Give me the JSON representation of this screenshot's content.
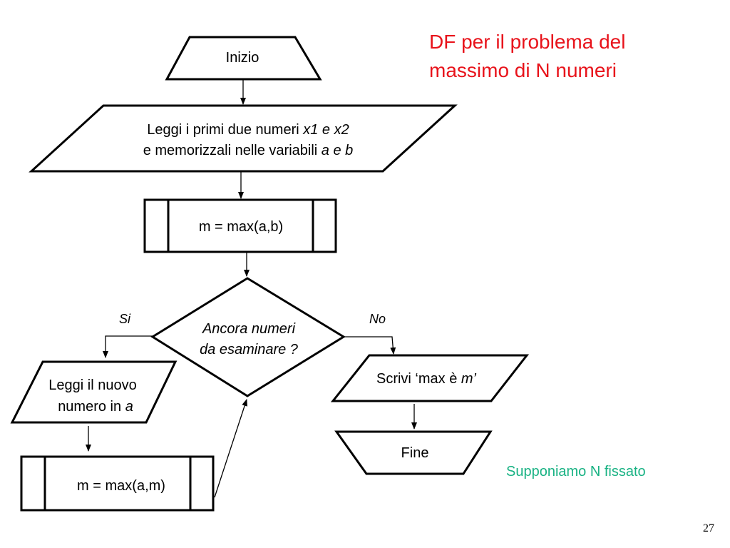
{
  "title": {
    "line1": "DF per il problema del",
    "line2": "massimo di N numeri",
    "color": "#e8131b"
  },
  "note": {
    "text": "Supponiamo N fissato",
    "color": "#18b283"
  },
  "page_number": "27",
  "nodes": {
    "start": {
      "label": "Inizio"
    },
    "input_first": {
      "line1_plain": "Leggi i primi due numeri ",
      "line1_italic": "x1 e x2",
      "line2_plain": "e memorizzali nelle variabili ",
      "line2_italic": "a e b"
    },
    "max_ab": {
      "label": "m = max(a,b)"
    },
    "decision": {
      "line1": "Ancora numeri",
      "line2": "da esaminare ?"
    },
    "input_next": {
      "line1": "Leggi il nuovo",
      "line2_plain": "numero in ",
      "line2_italic": "a"
    },
    "max_am": {
      "label": "m = max(a,m)"
    },
    "output": {
      "plain": "Scrivi ‘max è ",
      "italic": "m’"
    },
    "end": {
      "label": "Fine"
    }
  },
  "edges": {
    "yes_label": "Si",
    "no_label": "No"
  }
}
